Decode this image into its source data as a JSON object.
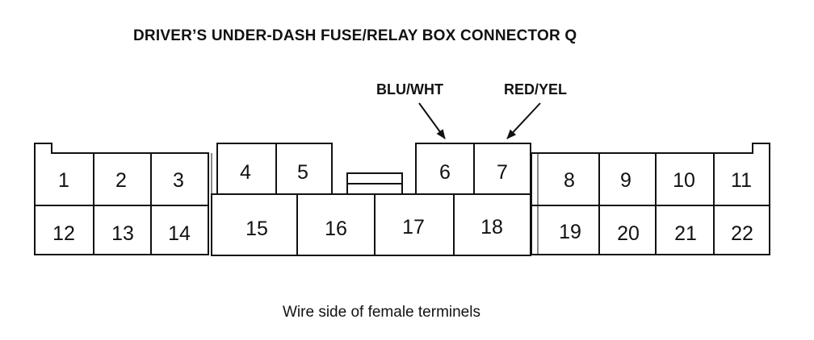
{
  "title": "DRIVER’S UNDER-DASH FUSE/RELAY BOX CONNECTOR Q",
  "wire_labels": [
    "BLU/WHT",
    "RED/YEL"
  ],
  "caption": "Wire side of female terminels",
  "pins": [
    "1",
    "2",
    "3",
    "4",
    "5",
    "6",
    "7",
    "8",
    "9",
    "10",
    "11",
    "12",
    "13",
    "14",
    "15",
    "16",
    "17",
    "18",
    "19",
    "20",
    "21",
    "22"
  ]
}
